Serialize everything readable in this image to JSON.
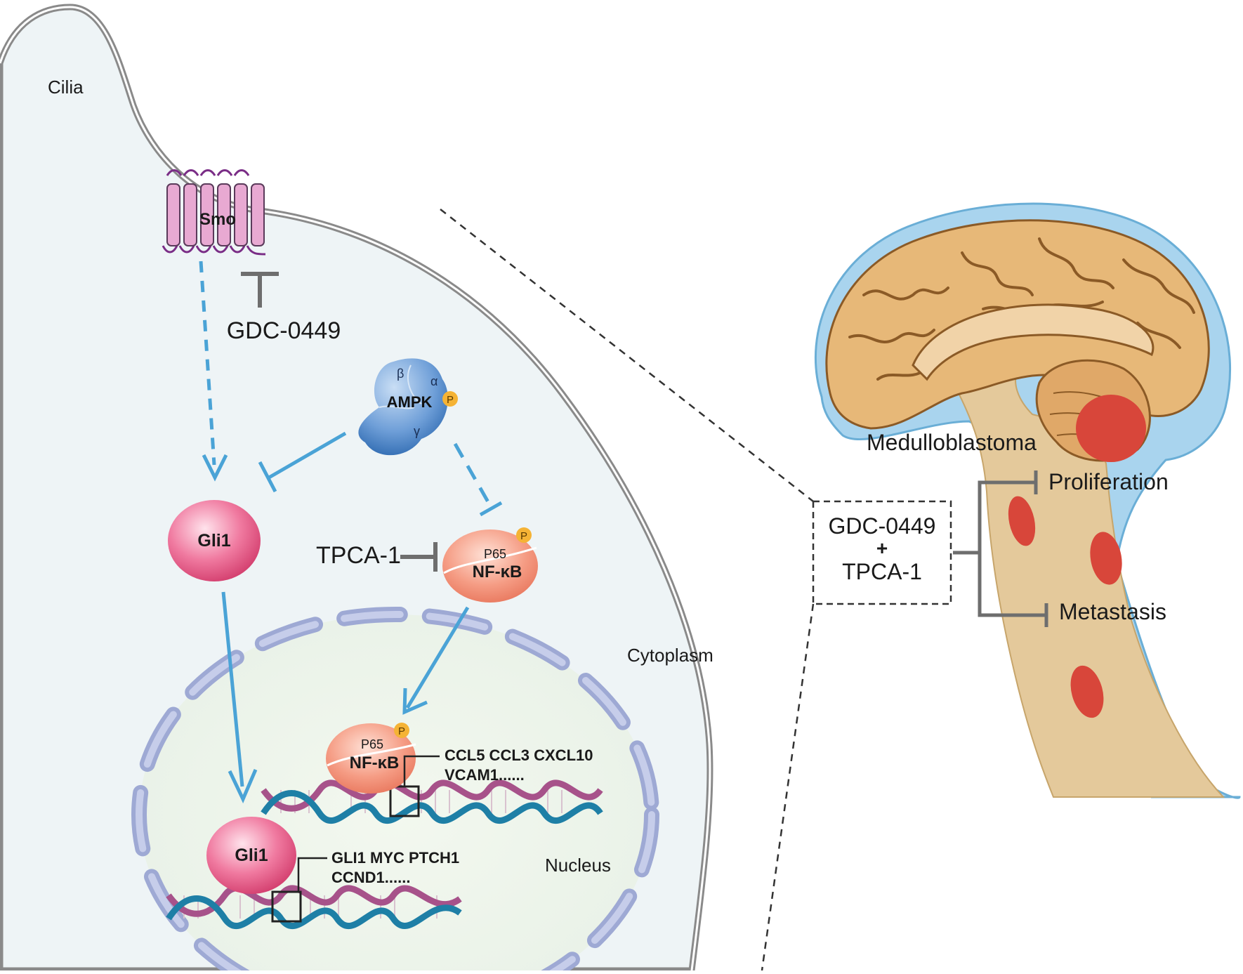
{
  "cell": {
    "cilia_label": "Cilia",
    "smo_label": "Smo",
    "gdc_inhibitor": "GDC-0449",
    "ampk": {
      "label": "AMPK",
      "beta": "β",
      "alpha": "α",
      "gamma": "γ",
      "phospho": "P"
    },
    "gli1_cyto": "Gli1",
    "tpca_inhibitor": "TPCA-1",
    "nfkb_cyto": {
      "subunit": "P65",
      "label": "NF-κB",
      "phospho": "P"
    },
    "cytoplasm_label": "Cytoplasm",
    "nucleus_label": "Nucleus",
    "nfkb_nuclear": {
      "subunit": "P65",
      "label": "NF-κB",
      "phospho": "P"
    },
    "nfkb_targets": [
      "CCL5 CCL3 CXCL10",
      "VCAM1......"
    ],
    "gli1_nuclear": "Gli1",
    "gli1_targets": [
      "GLI1 MYC PTCH1",
      "CCND1......"
    ]
  },
  "brain": {
    "tumor_label": "Medulloblastoma",
    "combo": [
      "GDC-0449",
      "+",
      "TPCA-1"
    ],
    "outcomes": [
      "Proliferation",
      "Metastasis"
    ]
  },
  "colors": {
    "arrow_blue": "#4aa3d6",
    "inhibit_gray": "#6e6e6e",
    "gli1_pink": "#e0487a",
    "nfkb_salmon": "#f0917a",
    "ampk_blue": "#3f7fc0",
    "phospho_orange": "#f5b335",
    "tumor_red": "#d8463a",
    "brain_tan": "#e7b878",
    "csf_blue": "#a9d4ee"
  }
}
